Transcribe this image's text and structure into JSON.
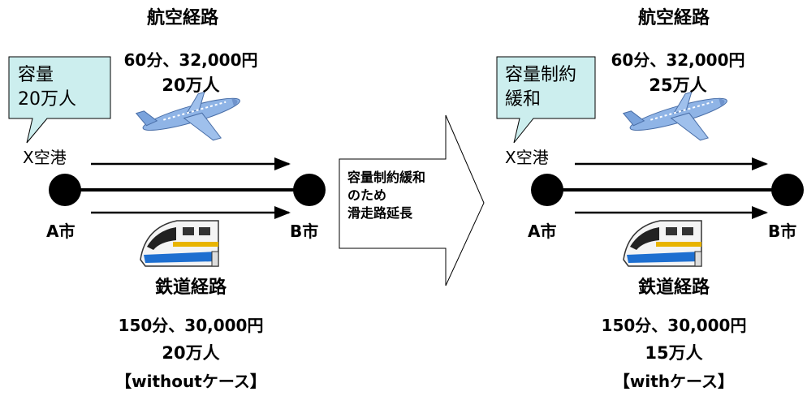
{
  "left": {
    "route_air_label": "航空経路",
    "air_cost": "60分、32,000円",
    "air_passengers": "20万人",
    "callout_line1": "容量",
    "callout_line2": "20万人",
    "airport_label": "X空港",
    "city_a": "A市",
    "city_b": "B市",
    "route_rail_label": "鉄道経路",
    "rail_cost": "150分、30,000円",
    "rail_passengers": "20万人",
    "case_label": "【withoutケース】"
  },
  "middle": {
    "line1": "容量制約緩和",
    "line2": "のため",
    "line3": "滑走路延長"
  },
  "right": {
    "route_air_label": "航空経路",
    "air_cost": "60分、32,000円",
    "air_passengers": "25万人",
    "callout_line1": "容量制約",
    "callout_line2": "緩和",
    "airport_label": "X空港",
    "city_a": "A市",
    "city_b": "B市",
    "route_rail_label": "鉄道経路",
    "rail_cost": "150分、30,000円",
    "rail_passengers": "15万人",
    "case_label": "【withケース】"
  },
  "colors": {
    "callout_fill": "#cceeee",
    "airplane_body": "#8fb4e6",
    "train_stripe": "#1e6fd0"
  },
  "icons": [
    "airplane-icon",
    "train-icon"
  ]
}
